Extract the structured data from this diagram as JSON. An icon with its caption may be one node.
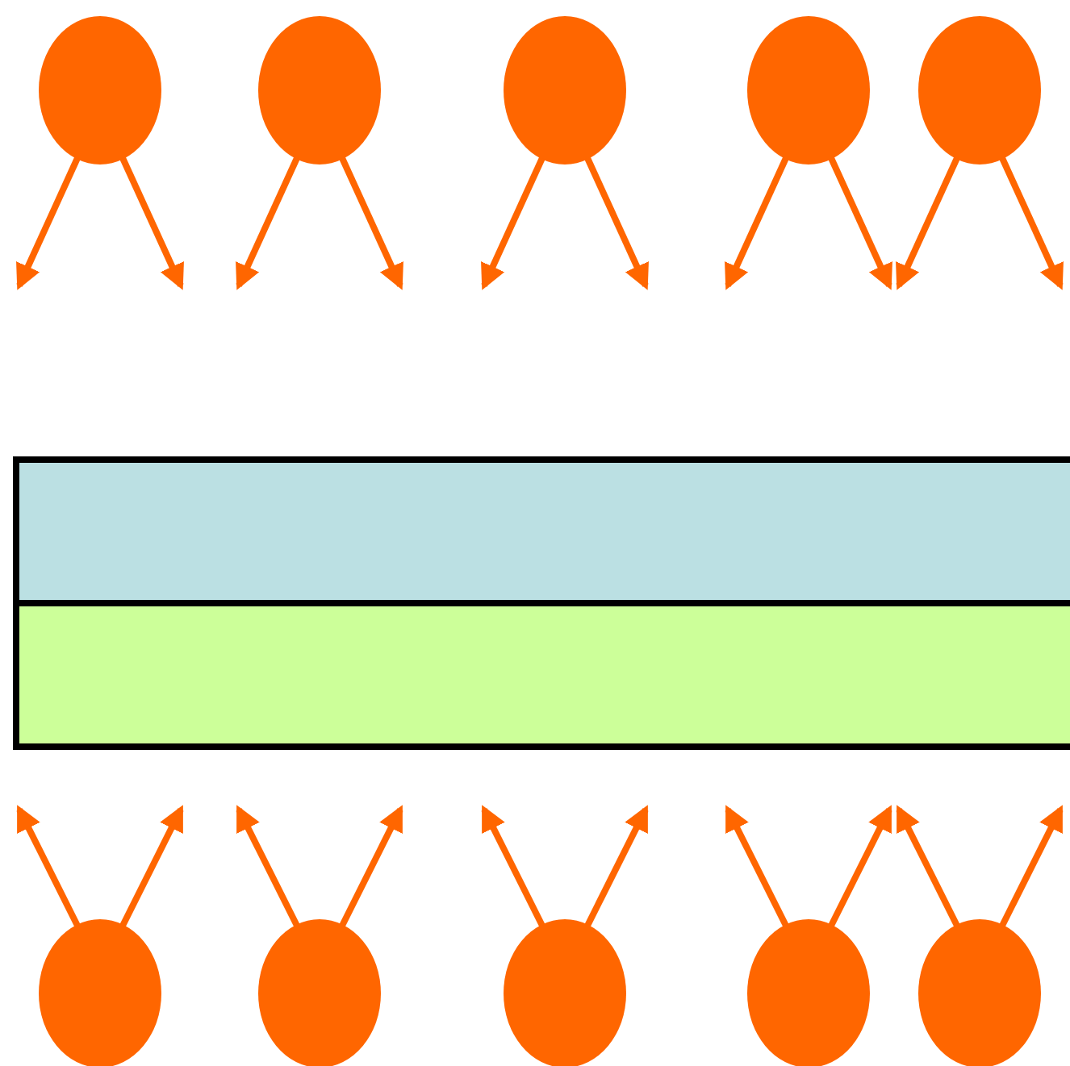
{
  "diagram": {
    "nodes": [
      {
        "text": [],
        "shape": "circle"
      },
      {
        "text": [],
        "shape": "circle"
      },
      {
        "text": [],
        "shape": "circle"
      },
      {
        "text": [],
        "shape": "circle"
      },
      {
        "text": [],
        "shape": "circle"
      },
      {
        "text": [],
        "shape": "bar"
      },
      {
        "text": [],
        "shape": "bar"
      },
      {
        "text": [],
        "shape": "circle"
      },
      {
        "text": [],
        "shape": "circle"
      },
      {
        "text": [],
        "shape": "circle"
      },
      {
        "text": [],
        "shape": "circle"
      },
      {
        "text": [],
        "shape": "circle"
      }
    ],
    "edges": [
      {
        "from": 0,
        "to": null,
        "arrow": "to"
      },
      {
        "from": 0,
        "to": null,
        "arrow": "to"
      },
      {
        "from": 1,
        "to": null,
        "arrow": "to"
      },
      {
        "from": 1,
        "to": null,
        "arrow": "to"
      },
      {
        "from": 2,
        "to": null,
        "arrow": "to"
      },
      {
        "from": 2,
        "to": null,
        "arrow": "to"
      },
      {
        "from": 3,
        "to": null,
        "arrow": "to"
      },
      {
        "from": 3,
        "to": null,
        "arrow": "to"
      },
      {
        "from": 4,
        "to": null,
        "arrow": "to"
      },
      {
        "from": 4,
        "to": null,
        "arrow": "to"
      },
      {
        "from": 7,
        "to": null,
        "arrow": "to"
      },
      {
        "from": 7,
        "to": null,
        "arrow": "to"
      },
      {
        "from": 8,
        "to": null,
        "arrow": "to"
      },
      {
        "from": 8,
        "to": null,
        "arrow": "to"
      },
      {
        "from": 9,
        "to": null,
        "arrow": "to"
      },
      {
        "from": 9,
        "to": null,
        "arrow": "to"
      },
      {
        "from": 10,
        "to": null,
        "arrow": "to"
      },
      {
        "from": 10,
        "to": null,
        "arrow": "to"
      },
      {
        "from": 11,
        "to": null,
        "arrow": "to"
      },
      {
        "from": 11,
        "to": null,
        "arrow": "to"
      }
    ]
  }
}
